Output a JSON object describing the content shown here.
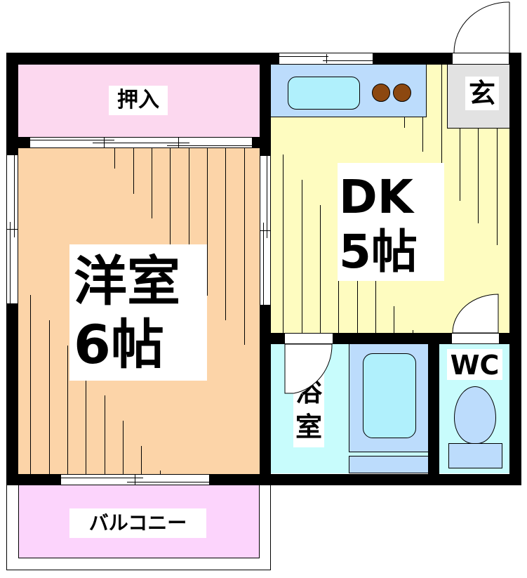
{
  "floorplan": {
    "rooms": {
      "closet": {
        "label": "押入",
        "color": "#fcd8ef"
      },
      "western_room": {
        "label_line1": "洋室",
        "label_line2": "6帖",
        "color": "#fcd4a8"
      },
      "dining_kitchen": {
        "label_line1": "DK",
        "label_line2": "5帖",
        "color": "#fefcc0"
      },
      "entrance": {
        "label": "玄",
        "color": "#e2e2e2"
      },
      "bathroom": {
        "label_line1": "浴",
        "label_line2": "室",
        "color": "#c8fcfc"
      },
      "toilet": {
        "label": "WC",
        "color": "#c8fcfc"
      },
      "balcony": {
        "label": "バルコニー",
        "color": "#fcd4fc"
      }
    },
    "fixtures": {
      "kitchen_counter_color": "#bcdcfc",
      "sink_color": "#b0f0fc",
      "stove_burner_color": "#8c4810",
      "bathtub_color": "#bcdcfc",
      "toilet_color": "#bcdcfc"
    },
    "wall_color": "#000000"
  }
}
